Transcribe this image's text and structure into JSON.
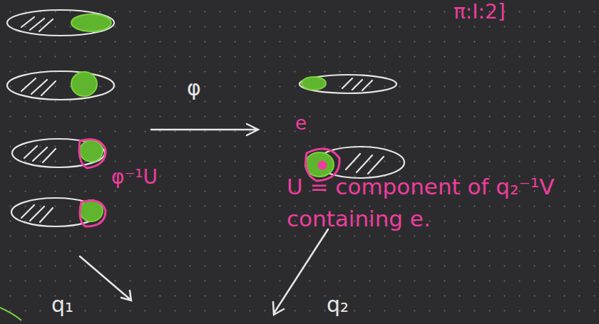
{
  "diagram": {
    "labels": [
      "π:I:2]",
      "φ",
      "e",
      "φ⁻¹U",
      "U = component of q₂⁻¹V containing e.",
      "q₁",
      "q₂"
    ]
  }
}
